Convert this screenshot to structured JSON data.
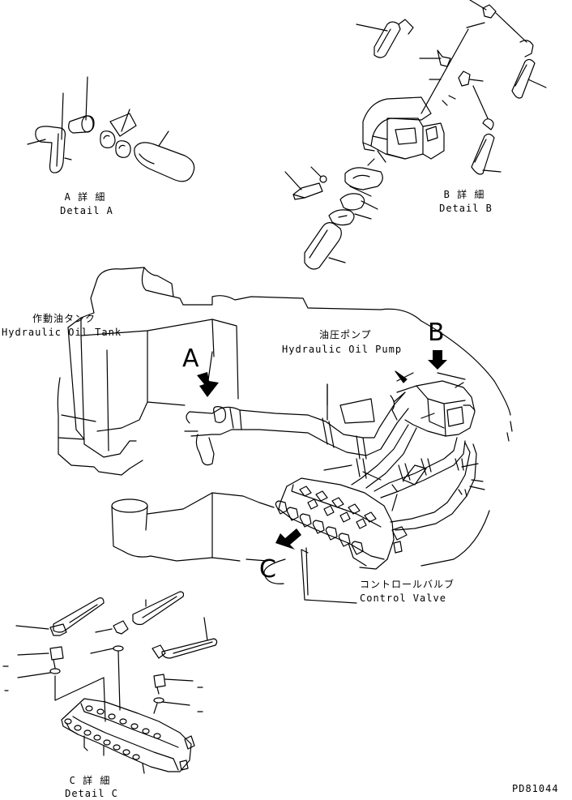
{
  "detail_a": {
    "jp": "A 詳 細",
    "en": "Detail A"
  },
  "detail_b": {
    "jp": "B 詳 細",
    "en": "Detail B"
  },
  "detail_c": {
    "jp": "C 詳 細",
    "en": "Detail C"
  },
  "tank": {
    "jp": "作動油タンク",
    "en": "Hydraulic Oil Tank"
  },
  "pump": {
    "jp": "油圧ポンプ",
    "en": "Hydraulic Oil Pump"
  },
  "valve": {
    "jp": "コントロールバルブ",
    "en": "Control Valve"
  },
  "letters": {
    "a": "A",
    "b": "B",
    "c": "C"
  },
  "code": "PD81044"
}
